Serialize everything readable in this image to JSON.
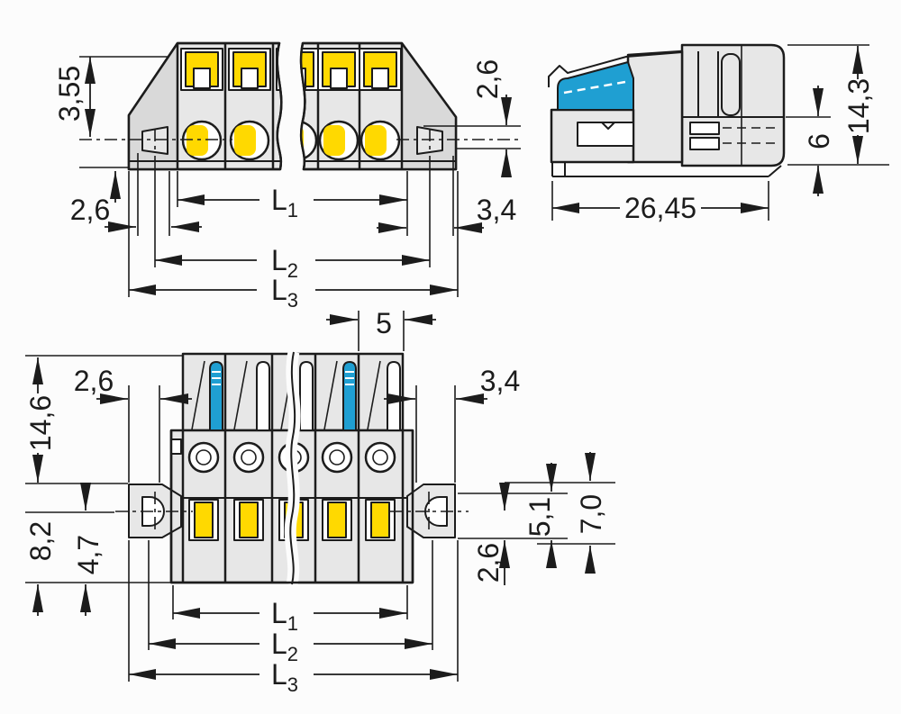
{
  "drawing": {
    "type": "technical-dimension-drawing",
    "subject": "pluggable terminal block connector, three orthographic views with break lines"
  },
  "colors": {
    "background": "#fcfcfc",
    "body_fill": "#e7e7e7",
    "body_shade": "#d9d9d9",
    "line": "#1c1c1c",
    "accent_yellow": "#ffd900",
    "accent_blue": "#1f9fd2"
  },
  "views": {
    "top_side_view": {
      "labels": {
        "d_3_55": "3,55",
        "d_2_6_left": "2,6",
        "d_2_6_right": "2,6",
        "d_3_4": "3,4",
        "l1": {
          "base": "L",
          "sub": "1"
        },
        "l2": {
          "base": "L",
          "sub": "2"
        },
        "l3": {
          "base": "L",
          "sub": "3"
        }
      }
    },
    "right_side_view": {
      "labels": {
        "overall_width": "26,45",
        "overall_height": "14,3",
        "lower_height": "6"
      }
    },
    "front_view": {
      "labels": {
        "pole_pitch": "5",
        "d_2_6_top": "2,6",
        "d_3_4_top": "3,4",
        "d_14_6": "14,6",
        "d_8_2": "8,2",
        "d_4_7": "4,7",
        "d_5_1": "5,1",
        "d_7_0": "7,0",
        "d_2_6_bottom": "2,6",
        "l1": {
          "base": "L",
          "sub": "1"
        },
        "l2": {
          "base": "L",
          "sub": "2"
        },
        "l3": {
          "base": "L",
          "sub": "3"
        }
      }
    }
  }
}
